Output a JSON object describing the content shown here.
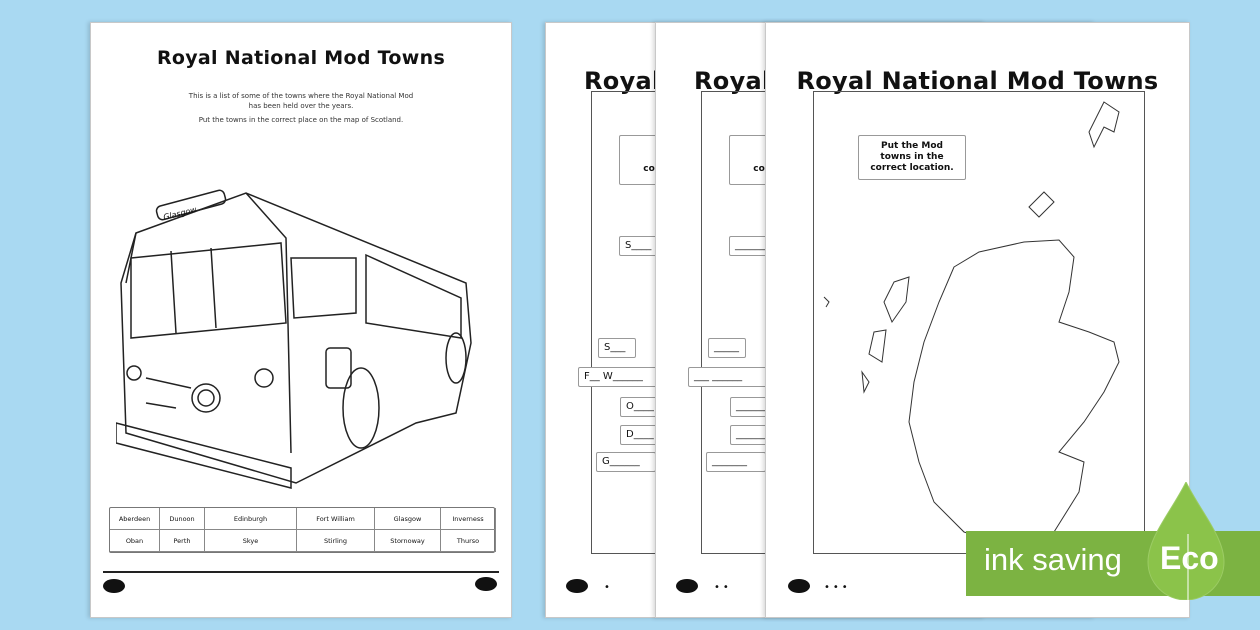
{
  "worksheet_title": "Royal National Mod Towns",
  "page1": {
    "intro_line1": "This is a list of some of the towns where the Royal National Mod",
    "intro_line2": "has been held over the years.",
    "instruction": "Put the towns in the correct place on the map of Scotland.",
    "bus_sign": "Glasgow",
    "towns": [
      "Aberdeen",
      "Dunoon",
      "Edinburgh",
      "Fort William",
      "Glasgow",
      "Inverness",
      "Oban",
      "Perth",
      "Skye",
      "Stirling",
      "Stornoway",
      "Thurso"
    ]
  },
  "page2": {
    "prompt": "co",
    "labels": [
      "S____",
      "S___",
      "F__ W______",
      "O____",
      "D____",
      "G______"
    ],
    "difficulty": "•"
  },
  "page3": {
    "prompt": "co",
    "labels": [
      "______",
      "_____",
      "___ ______",
      "______",
      "______",
      "_______"
    ],
    "difficulty": "••"
  },
  "page4": {
    "prompt": "Put the Mod towns in the correct location.",
    "difficulty": "•••"
  },
  "badge": {
    "text": "ink saving",
    "label": "Eco",
    "color": "#7cb342"
  }
}
